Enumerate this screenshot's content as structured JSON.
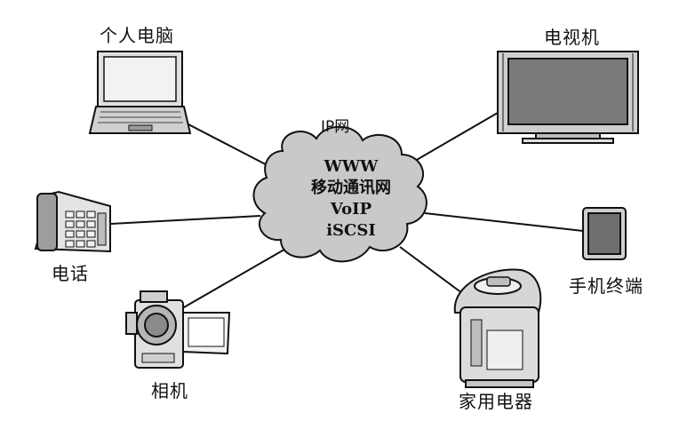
{
  "network": {
    "title": "IP网",
    "services": [
      "WWW",
      "移动通讯网",
      "VoIP",
      "iSCSI"
    ]
  },
  "devices": {
    "pc": "个人电脑",
    "tv": "电视机",
    "phone": "电话",
    "mobile": "手机终端",
    "camera": "相机",
    "appliance": "家用电器"
  },
  "colors": {
    "ink": "#111111",
    "cloud_fill": "#c9c9c9",
    "device_fill": "#d9d9d9",
    "screen_fill": "#7a7a7a"
  }
}
